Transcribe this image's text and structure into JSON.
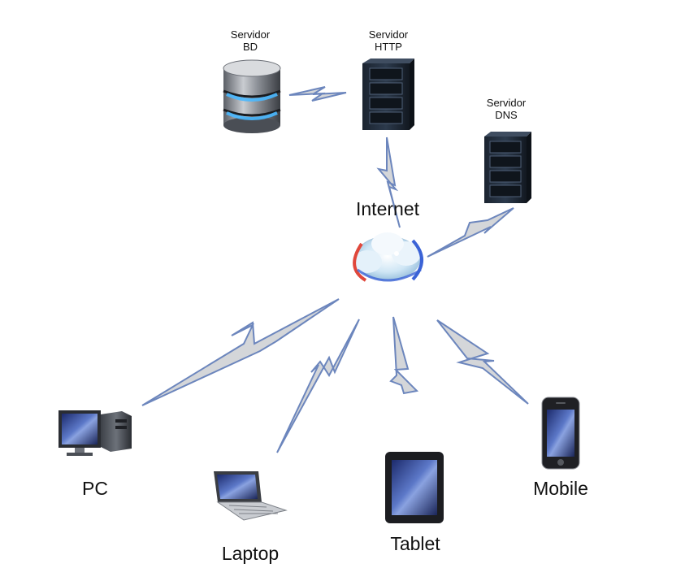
{
  "nodes": {
    "db_server": {
      "line1": "Servidor",
      "line2": "BD",
      "icon": "database-icon"
    },
    "http_server": {
      "line1": "Servidor",
      "line2": "HTTP",
      "icon": "server-rack-icon"
    },
    "dns_server": {
      "line1": "Servidor",
      "line2": "DNS",
      "icon": "server-rack-icon"
    },
    "internet": {
      "label": "Internet",
      "icon": "cloud-globe-icon"
    },
    "pc": {
      "label": "PC",
      "icon": "desktop-computer-icon"
    },
    "laptop": {
      "label": "Laptop",
      "icon": "laptop-icon"
    },
    "tablet": {
      "label": "Tablet",
      "icon": "tablet-icon"
    },
    "mobile": {
      "label": "Mobile",
      "icon": "mobile-phone-icon"
    }
  },
  "connections": [
    {
      "from": "db_server",
      "to": "http_server"
    },
    {
      "from": "http_server",
      "to": "internet"
    },
    {
      "from": "dns_server",
      "to": "internet"
    },
    {
      "from": "internet",
      "to": "pc"
    },
    {
      "from": "internet",
      "to": "laptop"
    },
    {
      "from": "internet",
      "to": "tablet"
    },
    {
      "from": "internet",
      "to": "mobile"
    }
  ],
  "colors": {
    "link_stroke": "#6c86bd",
    "link_fill": "#d4d6d9"
  }
}
